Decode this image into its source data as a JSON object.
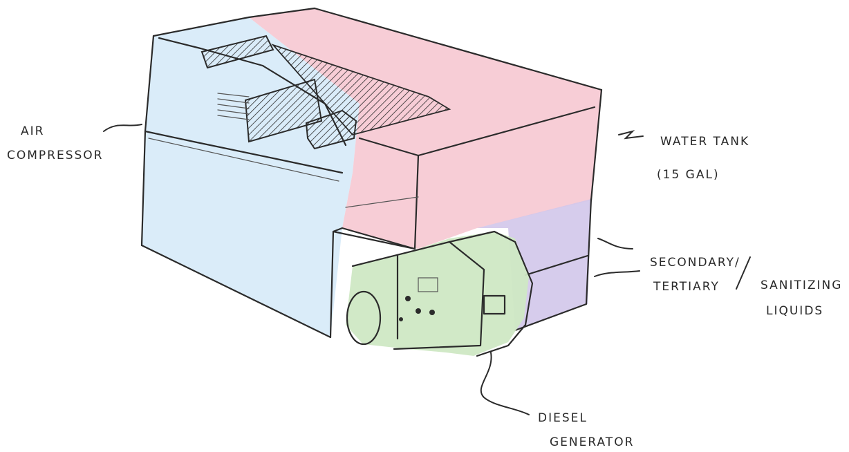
{
  "colors": {
    "air_compressor": "#d6eaf8",
    "water_tank": "#f6c6d0",
    "sanitizing_liquids": "#d3c8ea",
    "diesel_generator": "#cfe8c4",
    "ink": "#2b2b2b"
  },
  "labels": {
    "air_compressor_line1": "AIR",
    "air_compressor_line2": "COMPRESSOR",
    "water_tank_line1": "WATER TANK",
    "water_tank_line2": "(15 GAL)",
    "secondary": "SECONDARY/",
    "tertiary": "TERTIARY",
    "sanitizing_line1": "SANITIZING",
    "sanitizing_line2": "LIQUIDS",
    "diesel_line1": "DIESEL",
    "diesel_line2": "GENERATOR"
  }
}
